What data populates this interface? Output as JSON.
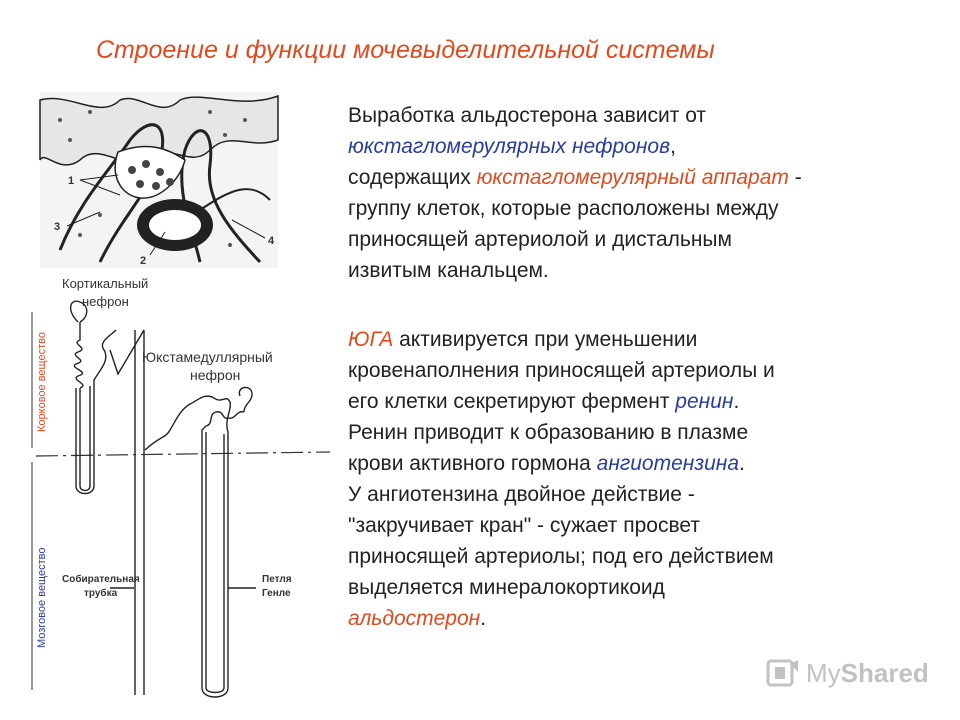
{
  "title": "Строение и функции мочевыделительной системы",
  "diagram": {
    "num_1": "1",
    "num_2": "2",
    "num_3": "3",
    "num_4": "4",
    "cortical_line1": "Кортикальный",
    "cortical_line2": "нефрон",
    "juxta_line1": "Юкстамедуллярный",
    "juxta_line2": "нефрон",
    "collecting_line1": "Собирательная",
    "collecting_line2": "трубка",
    "henle_line1": "Петля",
    "henle_line2": "Генле",
    "cortex_label": "Корковое вещество",
    "medulla_label": "Мозговое вещество"
  },
  "paragraph1": {
    "l1": "Выработка альдостерона зависит от",
    "l2_term": "юкстагломерулярных нефронов",
    "l2_tail": ",",
    "l3_head": "содержащих ",
    "l3_term": "юкстагломерулярный аппарат",
    "l3_tail": " -",
    "l4": "группу клеток, которые расположены между",
    "l5": "приносящей артериолой и дистальным",
    "l6": "извитым канальцем."
  },
  "paragraph2": {
    "l1_term": "ЮГА",
    "l1_tail": " активируется при уменьшении",
    "l2": "кровенаполнения приносящей артериолы и",
    "l3_head": "его клетки секретируют фермент ",
    "l3_term": "ренин",
    "l3_tail": ".",
    "l4": "Ренин приводит к образованию в плазме",
    "l5_head": "крови активного гормона ",
    "l5_term": "ангиотензина",
    "l5_tail": ".",
    "l6": "У ангиотензина двойное действие -",
    "l7": "\"закручивает кран\" - сужает просвет",
    "l8": "приносящей артериолы; под его действием",
    "l9": "выделяется минералокортикоид",
    "l10_term": "альдостерон",
    "l10_tail": "."
  },
  "watermark": {
    "my": "My",
    "shared": "Shared"
  }
}
